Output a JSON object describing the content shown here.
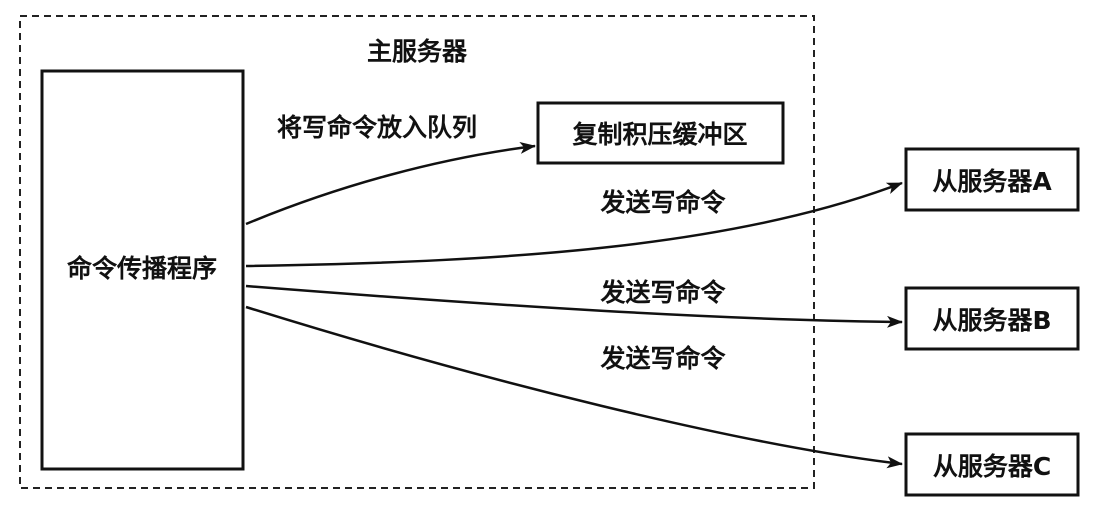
{
  "master": {
    "title": "主服务器",
    "propagator_label": "命令传播程序",
    "backlog_label": "复制积压缓冲区",
    "enqueue_label": "将写命令放入队列"
  },
  "slaves": [
    {
      "label": "从服务器A",
      "edge_label": "发送写命令"
    },
    {
      "label": "从服务器B",
      "edge_label": "发送写命令"
    },
    {
      "label": "从服务器C",
      "edge_label": "发送写命令"
    }
  ]
}
